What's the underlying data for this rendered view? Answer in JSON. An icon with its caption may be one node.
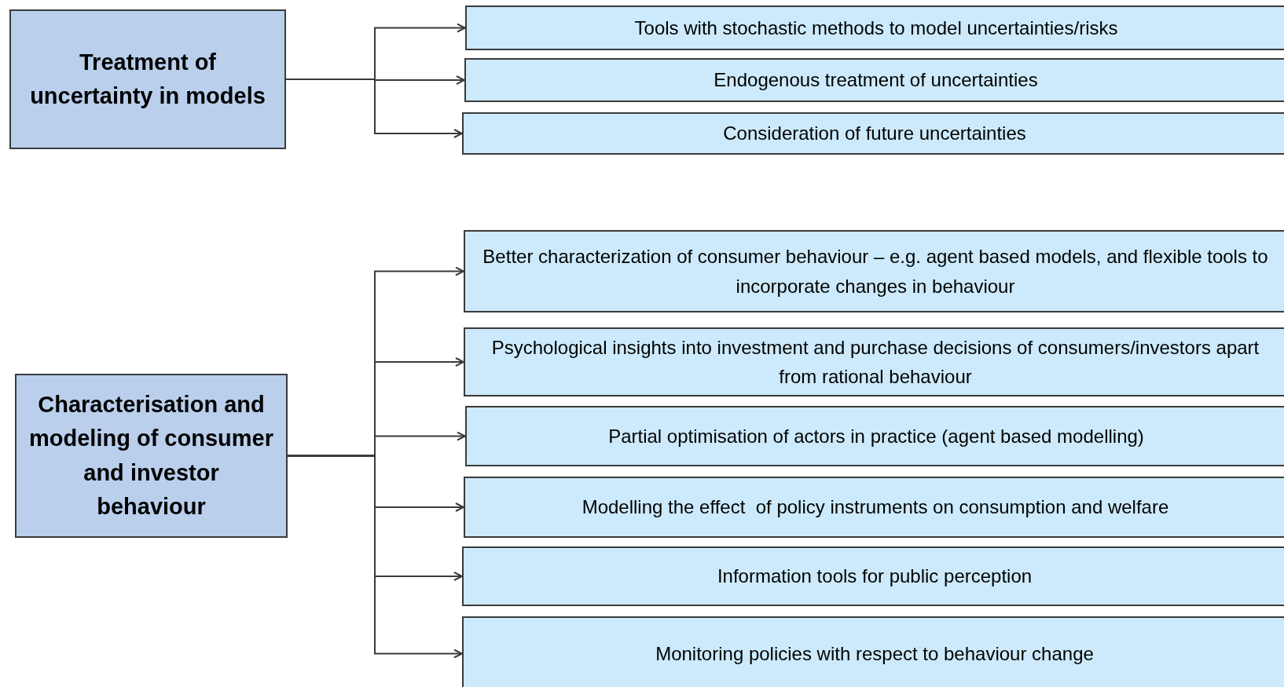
{
  "diagram": {
    "nodes": [
      {
        "text": [
          "Treatment of uncertainty in models"
        ]
      },
      {
        "text": [
          "Tools with stochastic methods to model uncertainties/risks"
        ]
      },
      {
        "text": [
          "Endogenous treatment of uncertainties"
        ]
      },
      {
        "text": [
          "Consideration of future uncertainties"
        ]
      },
      {
        "text": [
          "Characterisation and modeling of consumer and investor behaviour"
        ]
      },
      {
        "text": [
          "Better characterization of consumer behaviour – e.g. agent based models, and flexible tools to incorporate changes in behaviour"
        ]
      },
      {
        "text": [
          "Psychological insights into investment and purchase decisions of consumers/investors apart from rational behaviour"
        ]
      },
      {
        "text": [
          "Partial optimisation of actors in practice (agent based modelling)"
        ]
      },
      {
        "text": [
          "Modelling the effect  of policy instruments on consumption and welfare"
        ]
      },
      {
        "text": [
          "Information tools for public perception"
        ]
      },
      {
        "text": [
          "Monitoring policies with respect to behaviour change"
        ]
      }
    ],
    "edges": [
      {
        "from": 0,
        "to": 1,
        "arrow": "to"
      },
      {
        "from": 0,
        "to": 2,
        "arrow": "to"
      },
      {
        "from": 0,
        "to": 3,
        "arrow": "to"
      },
      {
        "from": 4,
        "to": 5,
        "arrow": "to"
      },
      {
        "from": 4,
        "to": 6,
        "arrow": "to"
      },
      {
        "from": 4,
        "to": 7,
        "arrow": "to"
      },
      {
        "from": 4,
        "to": 8,
        "arrow": "to"
      },
      {
        "from": 4,
        "to": 9,
        "arrow": "to"
      },
      {
        "from": 4,
        "to": 10,
        "arrow": "to"
      }
    ]
  }
}
